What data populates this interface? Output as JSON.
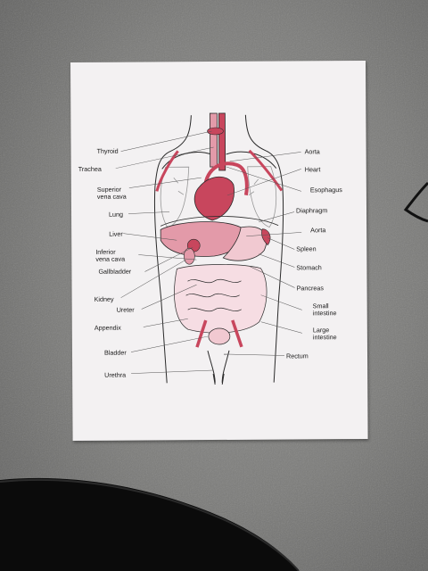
{
  "labels_left": {
    "thyroid": "Thyroid",
    "trachea": "Trachea",
    "superior_vena_cava": "Superior\nvena cava",
    "lung": "Lung",
    "liver": "Liver",
    "inferior_vena_cava": "Inferior\nvena cava",
    "gallbladder": "Gallbladder",
    "kidney": "Kidney",
    "ureter": "Ureter",
    "appendix": "Appendix",
    "bladder": "Bladder",
    "urethra": "Urethra"
  },
  "labels_right": {
    "aorta_top": "Aorta",
    "heart": "Heart",
    "esophagus": "Esophagus",
    "diaphragm": "Diaphragm",
    "aorta_mid": "Aorta",
    "spleen": "Spleen",
    "stomach": "Stomach",
    "pancreas": "Pancreas",
    "small_intestine": "Small\nintestine",
    "large_intestine": "Large\nintestine",
    "rectum": "Rectum"
  },
  "colors": {
    "organ_red": "#c8465d",
    "organ_pink": "#e39aa9",
    "line": "#2a2a2a",
    "paper": "#f3f1f2",
    "carpet": "#7f7f7d"
  }
}
